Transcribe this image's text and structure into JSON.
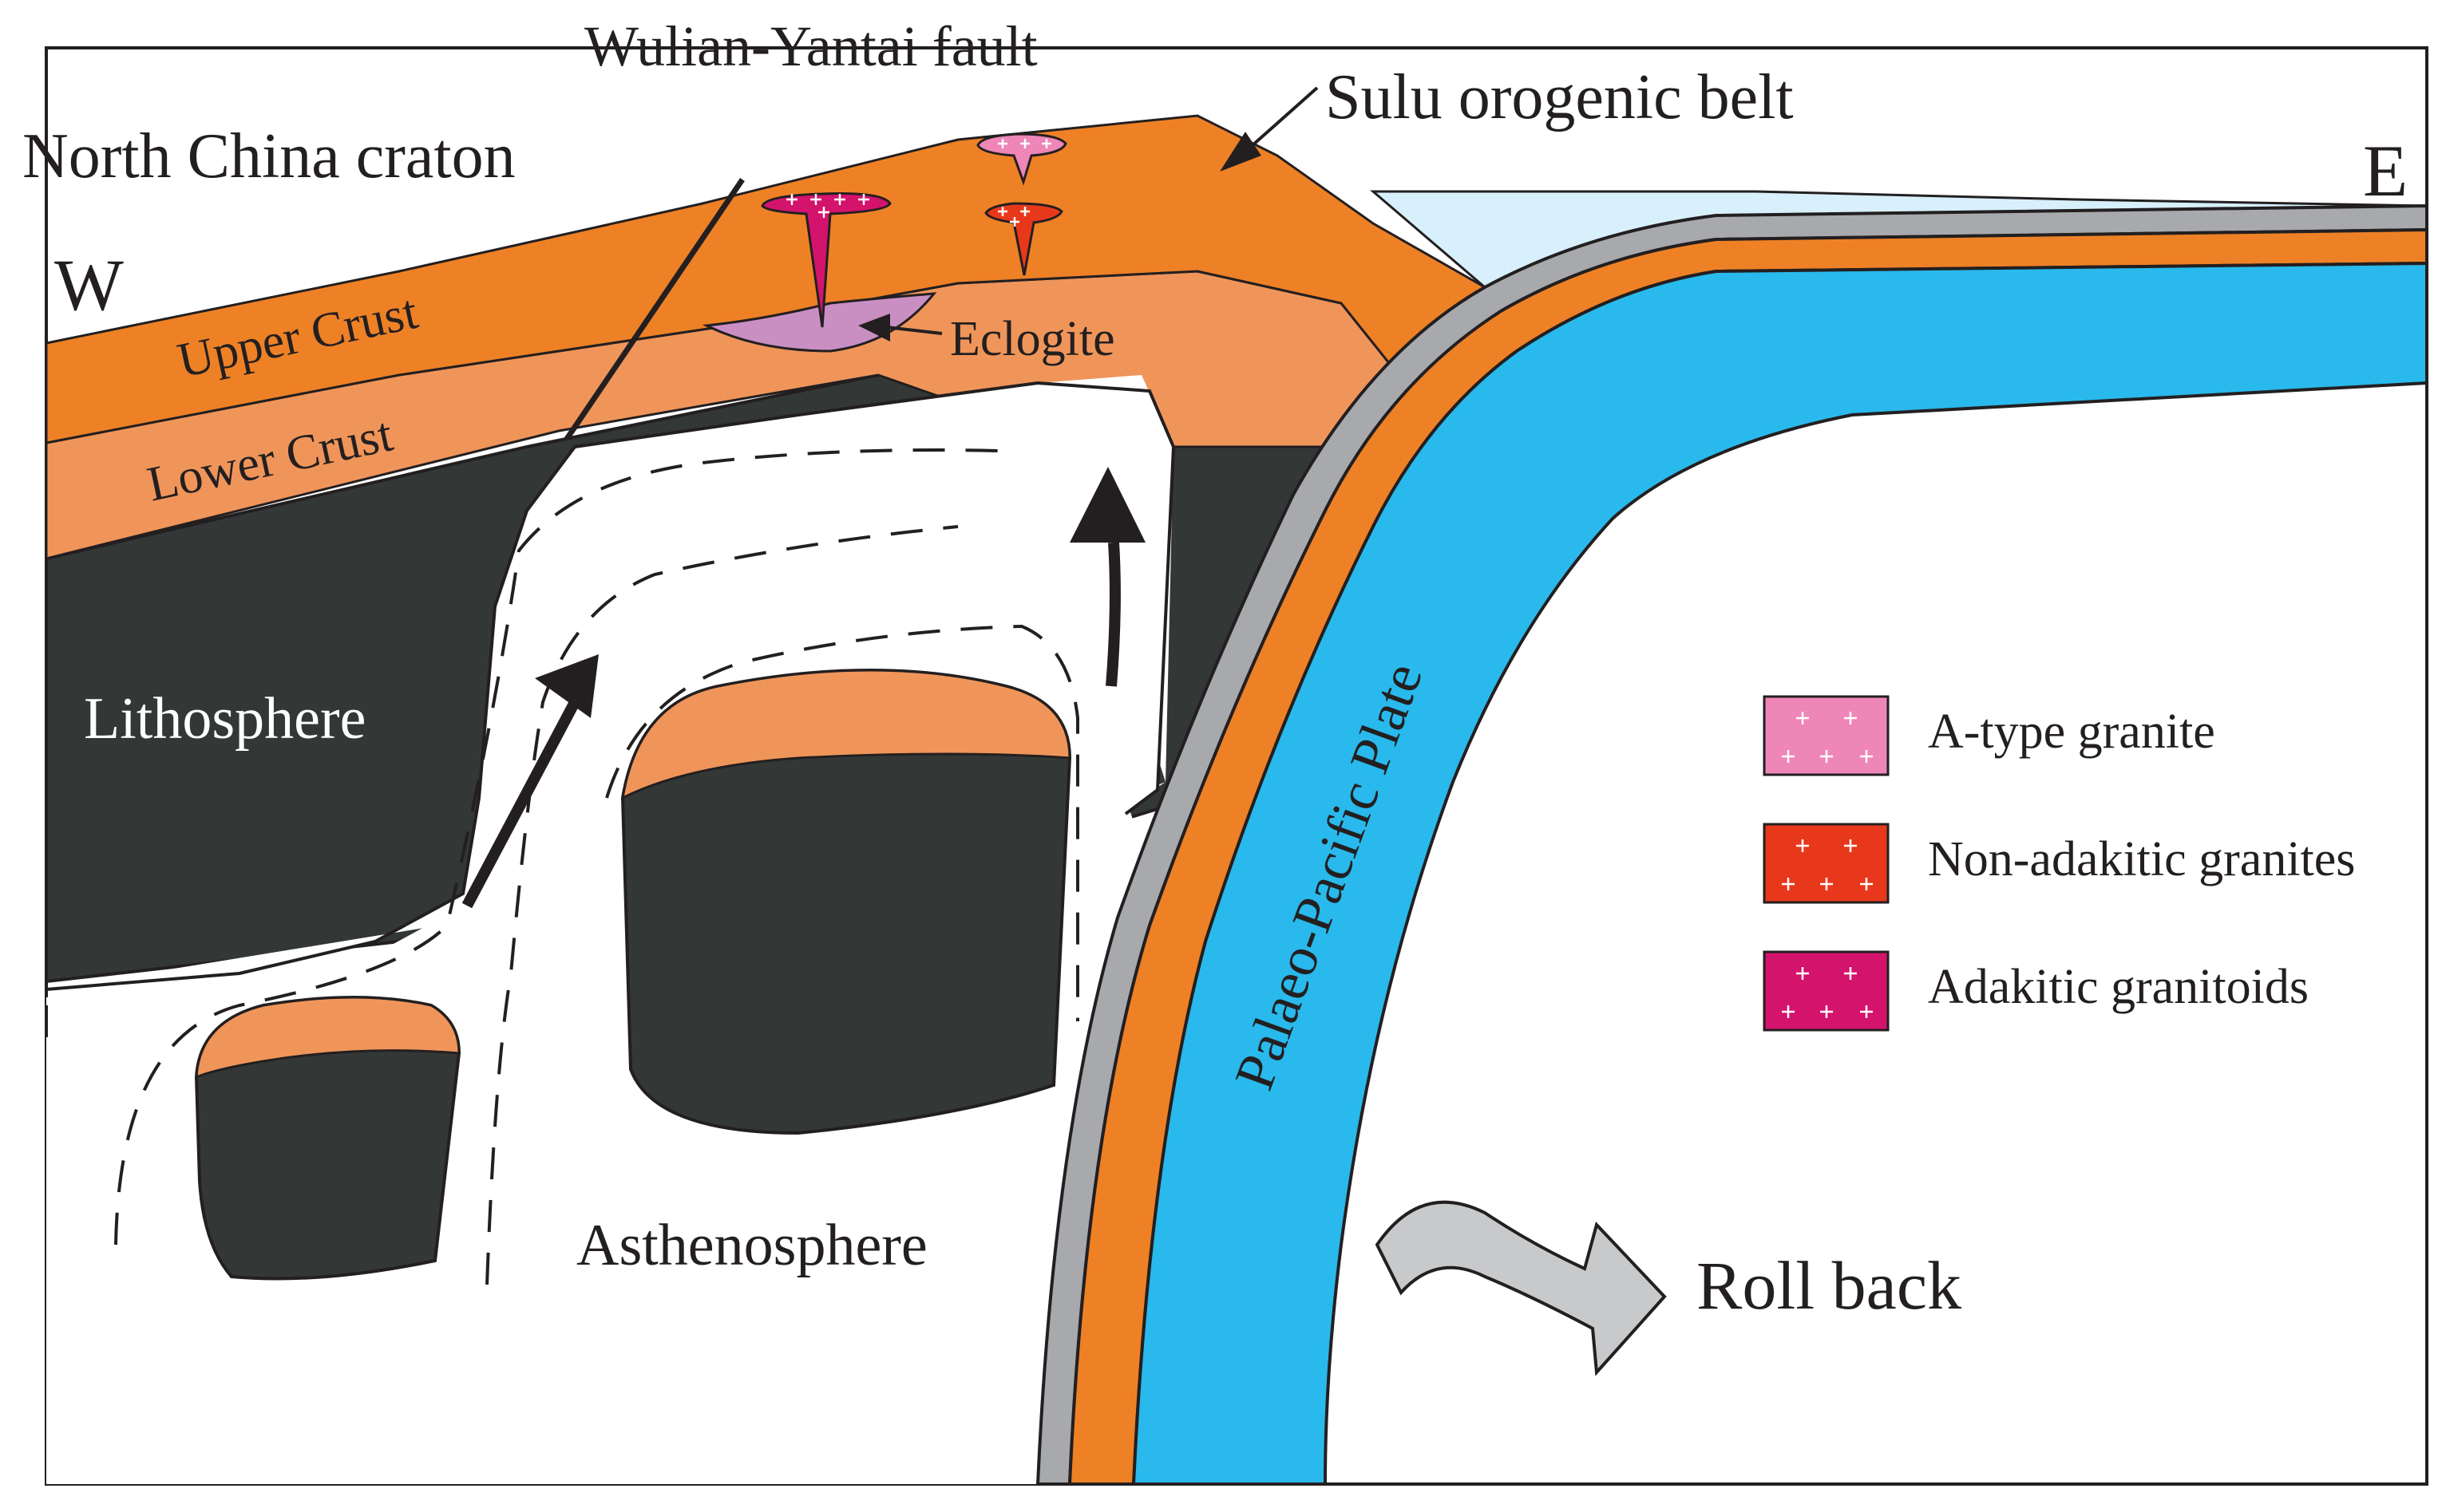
{
  "labels": {
    "fault": "Wulian-Yantai fault",
    "orogen": "Sulu orogenic belt",
    "craton": "North China craton",
    "west": "W",
    "east": "E",
    "upper_crust": "Upper Crust",
    "lower_crust": "Lower Crust",
    "eclogite": "Eclogite",
    "lithosphere": "Lithosphere",
    "asthenosphere": "Asthenosphere",
    "slab": "Palaeo-Pacific Plate",
    "roll_back": "Roll back"
  },
  "legend": [
    {
      "label": "A-type granite",
      "color": "#ee86b7"
    },
    {
      "label": "Non-adakitic granites",
      "color": "#e8381b"
    },
    {
      "label": "Adakitic granitoids",
      "color": "#d4136c"
    }
  ],
  "colors": {
    "upper_crust": "#ee8126",
    "lower_crust": "#f0955a",
    "lithosphere": "#333736",
    "slab_ocean": "#29b9ec",
    "slab_gray": "#a7a9ac",
    "sea": "#d7f0fb",
    "eclogite": "#c98fc3",
    "ink": "#231f20"
  }
}
